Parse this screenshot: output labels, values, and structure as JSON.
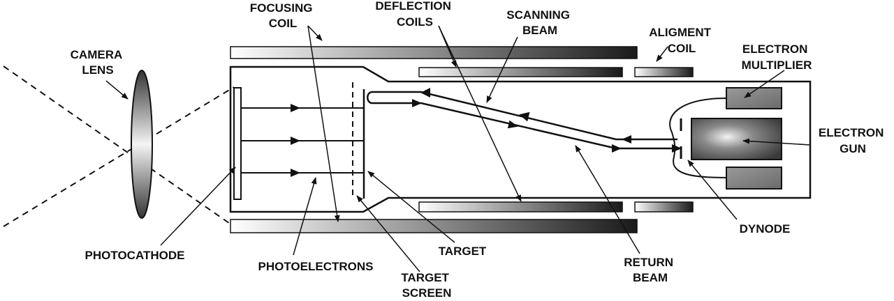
{
  "labels": {
    "camera_lens": [
      "CAMERA",
      "LENS"
    ],
    "focusing_coil": [
      "FOCUSING",
      "COIL"
    ],
    "deflection_coils": [
      "DEFLECTION",
      "COILS"
    ],
    "scanning_beam": [
      "SCANNING",
      "BEAM"
    ],
    "aligment_coil": [
      "ALIGMENT",
      "COIL"
    ],
    "electron_multiplier": [
      "ELECTRON",
      "MULTIPLIER"
    ],
    "electron_gun": [
      "ELECTRON",
      "GUN"
    ],
    "dynode": "DYNODE",
    "return_beam": [
      "RETURN",
      "BEAM"
    ],
    "target": "TARGET",
    "target_screen": [
      "TARGET",
      "SCREEN"
    ],
    "photoelectrons": "PHOTOELECTRONS",
    "photocathode": "PHOTOCATHODE"
  }
}
